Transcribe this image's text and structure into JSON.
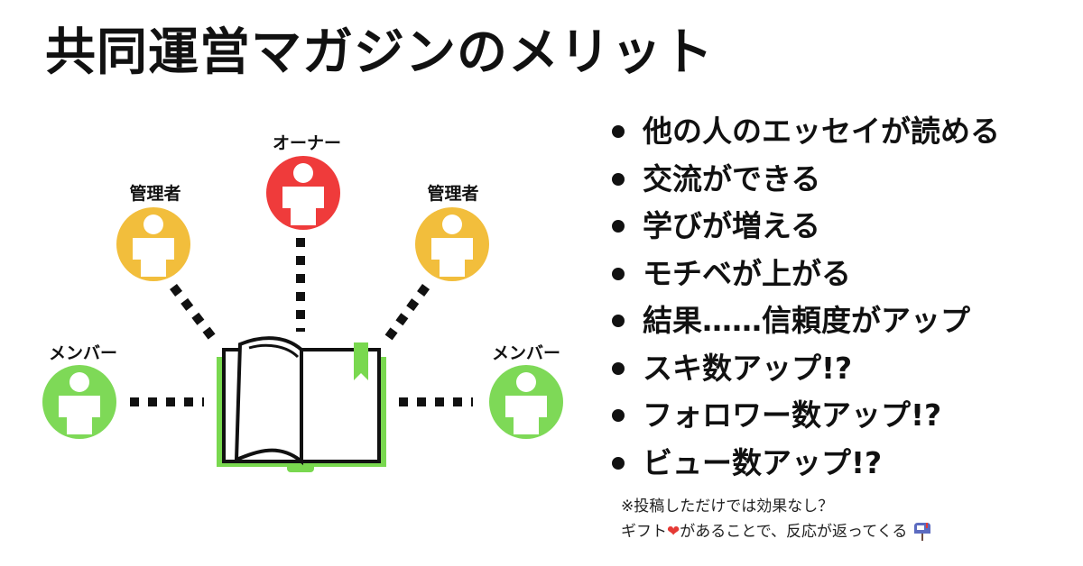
{
  "title": "共同運営マガジンのメリット",
  "colors": {
    "owner": "#ef3b3b",
    "admin": "#f2be3c",
    "member": "#7ed957",
    "book_green": "#79d84f",
    "line": "#111111"
  },
  "diagram": {
    "owner_label": "オーナー",
    "admin_label_left": "管理者",
    "admin_label_right": "管理者",
    "member_label_left": "メンバー",
    "member_label_right": "メンバー",
    "person_icon": "person-icon",
    "book_icon": "open-book-icon"
  },
  "benefits": [
    "他の人のエッセイが読める",
    "交流ができる",
    "学びが増える",
    "モチベが上がる",
    "結果……信頼度がアップ",
    "スキ数アップ!?",
    "フォロワー数アップ!?",
    "ビュー数アップ!?"
  ],
  "note": {
    "line1": "※投稿しただけでは効果なし？",
    "line2_before": "ギフト",
    "heart": "❤",
    "line2_after": "があることで、反応が返ってくる",
    "mailbox_icon": "mailbox-icon"
  }
}
